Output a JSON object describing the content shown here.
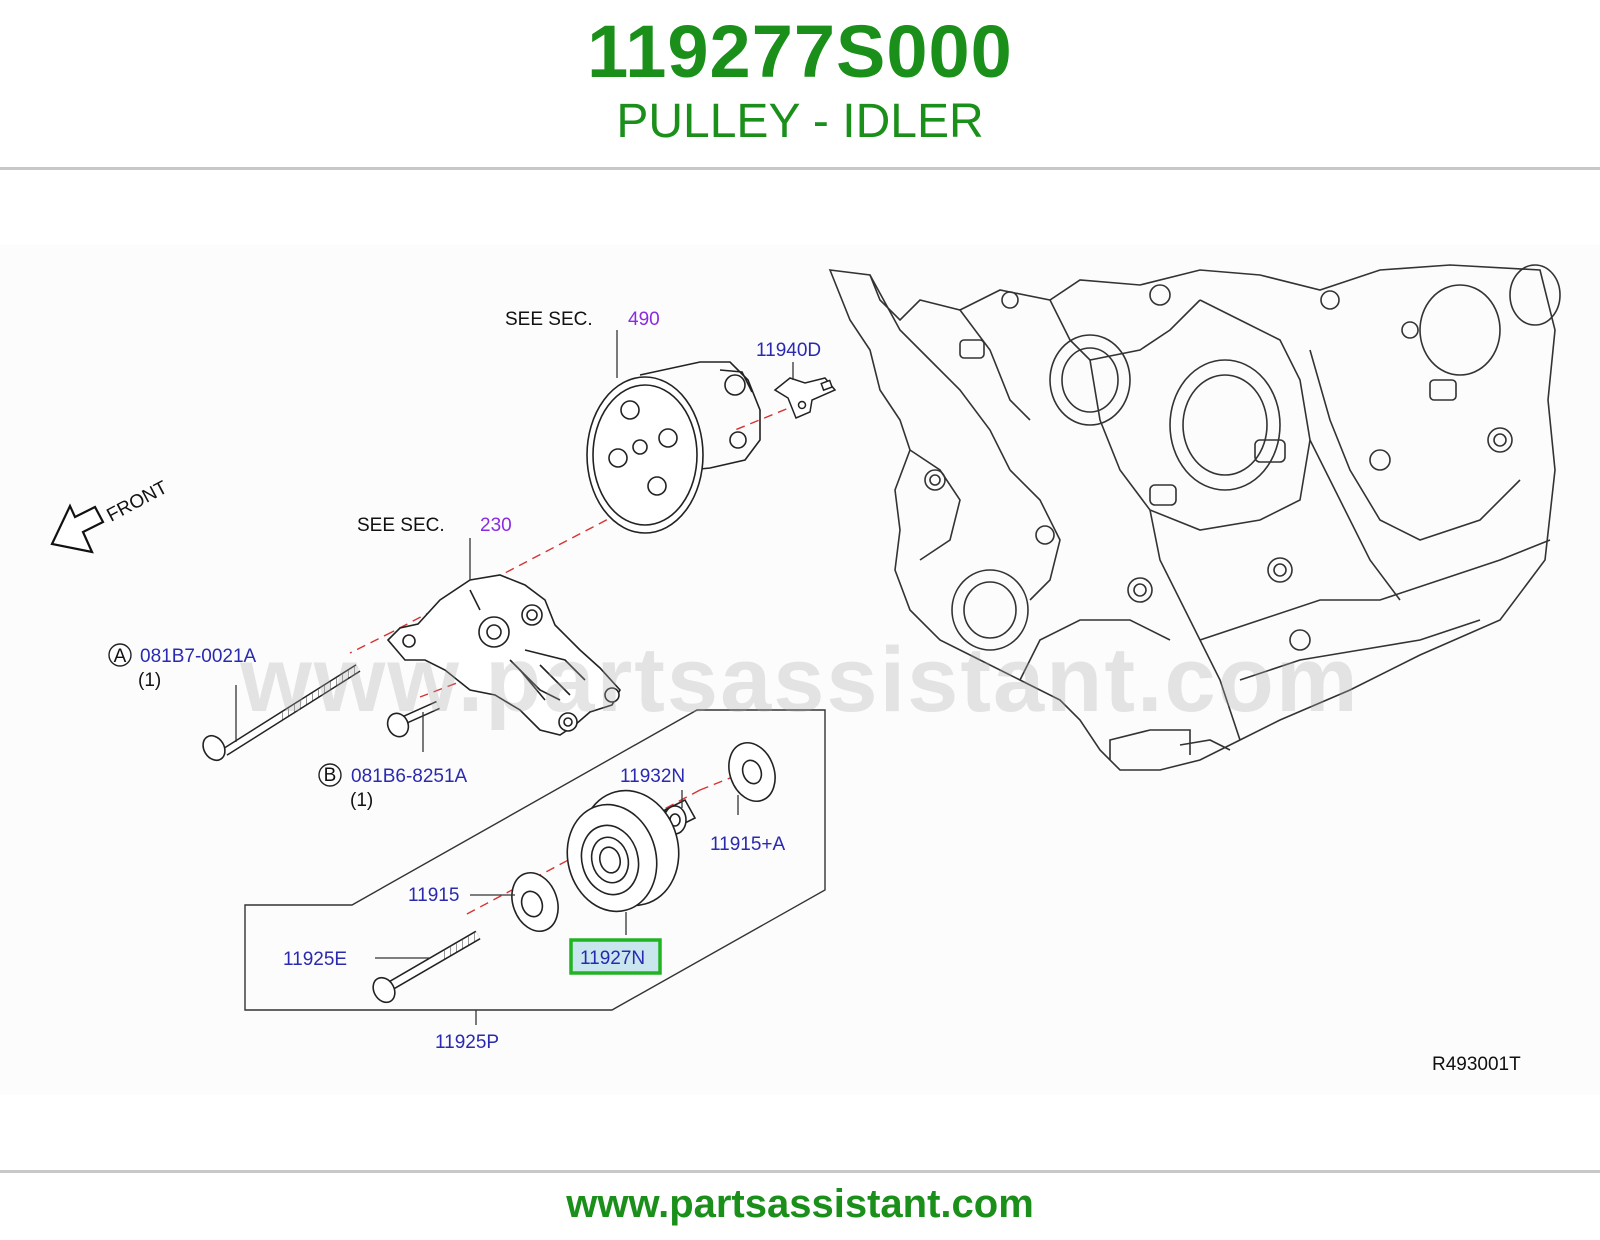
{
  "header": {
    "part_number": "119277S000",
    "part_name": "PULLEY - IDLER"
  },
  "diagram": {
    "front_label": "FRONT",
    "see_sec_490": {
      "prefix": "SEE   SEC.",
      "number": "490"
    },
    "see_sec_230": {
      "prefix": "SEE   SEC.",
      "number": "230"
    },
    "callouts": {
      "p11940D": "11940D",
      "circleA": "A",
      "p081B7": "081B7-0021A",
      "qtyA": "(1)",
      "circleB": "B",
      "p081B6": "081B6-8251A",
      "qtyB": "(1)",
      "p11932N": "11932N",
      "p11915A": "11915+A",
      "p11915": "11915",
      "p11927N": "11927N",
      "p11925E": "11925E",
      "p11925P": "11925P"
    },
    "drawing_code": "R493001T",
    "highlight_color": "#22b322"
  },
  "watermark": "www.partsassistant.com",
  "footer": {
    "url": "www.partsassistant.com"
  }
}
